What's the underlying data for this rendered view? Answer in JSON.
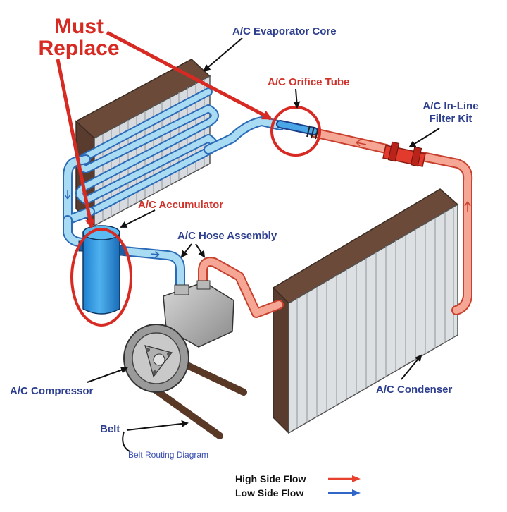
{
  "callout": {
    "line1": "Must",
    "line2": "Replace"
  },
  "labels": {
    "evaporator": "A/C Evaporator Core",
    "orifice": "A/C Orifice Tube",
    "filter_line1": "A/C In-Line",
    "filter_line2": "Filter Kit",
    "accumulator": "A/C Accumulator",
    "hose": "A/C Hose Assembly",
    "compressor": "A/C Compressor",
    "condenser": "A/C Condenser",
    "belt": "Belt",
    "belt_routing": "Belt Routing Diagram"
  },
  "legend": {
    "high": "High Side Flow",
    "low": "Low Side Flow"
  },
  "colors": {
    "high_side": "#e8402e",
    "low_side": "#2f66c8",
    "callout_red": "#d62a22",
    "label_blue": "#2e3f8f",
    "label_red": "#d0322a",
    "low_pipe": "#9ed7f0",
    "high_pipe": "#f6a694"
  }
}
